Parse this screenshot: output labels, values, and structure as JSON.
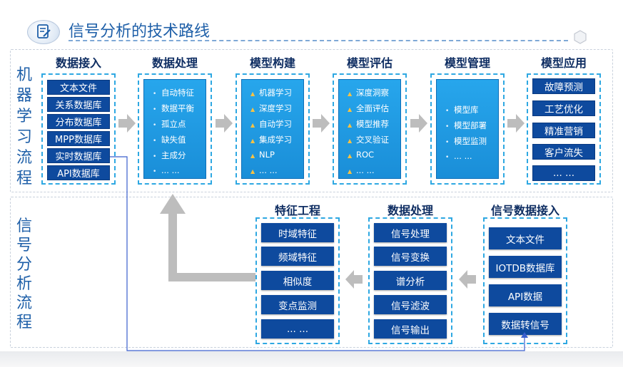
{
  "header": {
    "title": "信号分析的技术路线"
  },
  "ml_flow": {
    "label": "机器学习流程",
    "stages": [
      {
        "title": "数据接入",
        "items": [
          "文本文件",
          "关系数据库",
          "分布数据库",
          "MPP数据库",
          "实时数据库",
          "API数据库"
        ]
      },
      {
        "title": "数据处理",
        "items": [
          "自动特征",
          "数据平衡",
          "孤立点",
          "缺失值",
          "主成分",
          "... ..."
        ]
      },
      {
        "title": "模型构建",
        "items": [
          "机器学习",
          "深度学习",
          "自动学习",
          "集成学习",
          "NLP",
          "... ..."
        ]
      },
      {
        "title": "模型评估",
        "items": [
          "深度洞察",
          "全面评估",
          "模型推荐",
          "交叉验证",
          "ROC",
          "... ..."
        ]
      },
      {
        "title": "模型管理",
        "items": [
          "模型库",
          "模型部署",
          "模型监测",
          "... ..."
        ]
      },
      {
        "title": "模型应用",
        "items": [
          "故障预测",
          "工艺优化",
          "精准营销",
          "客户流失",
          "... ..."
        ]
      }
    ]
  },
  "signal_flow": {
    "label": "信号分析流程",
    "stages": [
      {
        "title": "特征工程",
        "items": [
          "时域特征",
          "频域特征",
          "相似度",
          "变点监测",
          "... ..."
        ]
      },
      {
        "title": "数据处理",
        "items": [
          "信号处理",
          "信号变换",
          "谱分析",
          "信号滤波",
          "信号输出"
        ]
      },
      {
        "title": "信号数据接入",
        "items": [
          "文本文件",
          "IOTDB数据库",
          "API数据",
          "数据转信号"
        ]
      }
    ]
  },
  "colors": {
    "accent": "#1e5fa8",
    "navy": "#0e4a9e",
    "panel": "#1a8ed8",
    "dash": "#2ea8e2",
    "arrow": "#bdbdbd"
  }
}
